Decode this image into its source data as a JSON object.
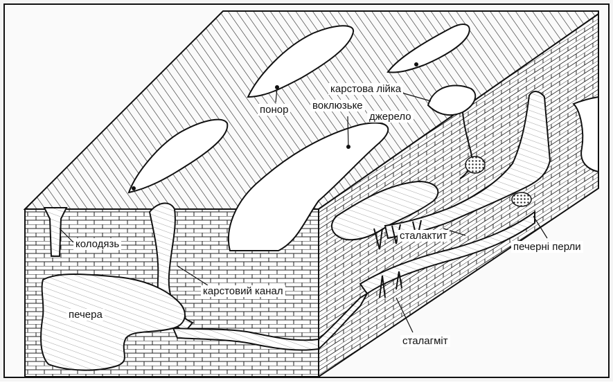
{
  "labels": {
    "karst_funnel": "карстова лійка",
    "vaucluse_spring_line1": "воклюзьке",
    "vaucluse_spring_line2": "джерело",
    "ponor": "понор",
    "well": "колодязь",
    "stalactite": "сталактит",
    "cave_pearls": "печерні перли",
    "karst_channel": "карстовий канал",
    "cave": "печера",
    "stalagmite": "сталагміт"
  },
  "colors": {
    "ink": "#111111",
    "paper": "#ffffff",
    "background": "#f3f3f3"
  }
}
